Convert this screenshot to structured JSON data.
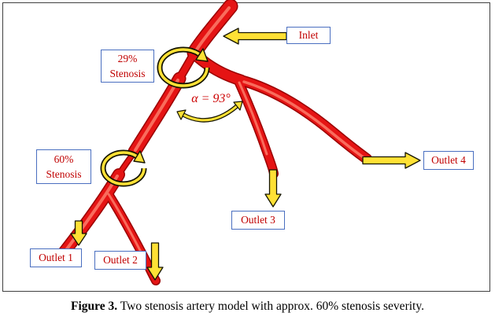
{
  "caption": {
    "prefix": "Figure 3.",
    "rest": " Two stenosis artery model with approx. 60% stenosis severity."
  },
  "annotations": {
    "inlet": "Inlet",
    "outlet1": "Outlet 1",
    "outlet2": "Outlet 2",
    "outlet3": "Outlet 3",
    "outlet4": "Outlet 4",
    "stenosis1": {
      "pct": "29%",
      "word": "Stenosis"
    },
    "stenosis2": {
      "pct": "60%",
      "word": "Stenosis"
    },
    "angle": "α = 93°"
  },
  "colors": {
    "artery": "#e51414",
    "artery_outline": "#9a0000",
    "artery_highlight": "#ff8a75",
    "callout_fill": "#ffe135",
    "callout_outline": "#141400",
    "label_box_border": "#4a6fc0",
    "label_text": "#c00000",
    "angle_text": "#cc0000",
    "figure_border": "#404040",
    "background": "#ffffff"
  }
}
